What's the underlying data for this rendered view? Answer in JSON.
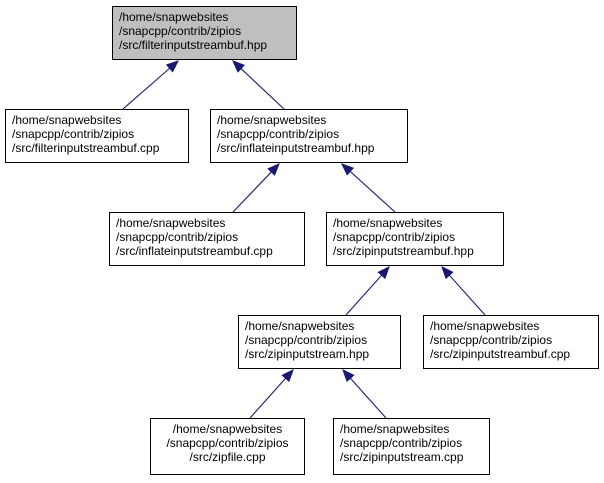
{
  "nodes": {
    "root": [
      "/home/snapwebsites",
      "/snapcpp/contrib/zipios",
      "/src/filterinputstreambuf.hpp"
    ],
    "filter_cpp": [
      "/home/snapwebsites",
      "/snapcpp/contrib/zipios",
      "/src/filterinputstreambuf.cpp"
    ],
    "inflate_hpp": [
      "/home/snapwebsites",
      "/snapcpp/contrib/zipios",
      "/src/inflateinputstreambuf.hpp"
    ],
    "inflate_cpp": [
      "/home/snapwebsites",
      "/snapcpp/contrib/zipios",
      "/src/inflateinputstreambuf.cpp"
    ],
    "zipbuf_hpp": [
      "/home/snapwebsites",
      "/snapcpp/contrib/zipios",
      "/src/zipinputstreambuf.hpp"
    ],
    "zipstream_hpp": [
      "/home/snapwebsites",
      "/snapcpp/contrib/zipios",
      "/src/zipinputstream.hpp"
    ],
    "zipbuf_cpp": [
      "/home/snapwebsites",
      "/snapcpp/contrib/zipios",
      "/src/zipinputstreambuf.cpp"
    ],
    "zipfile_cpp": [
      "/home/snapwebsites",
      "/snapcpp/contrib/zipios",
      "/src/zipfile.cpp"
    ],
    "zipstream_cpp": [
      "/home/snapwebsites",
      "/snapcpp/contrib/zipios",
      "/src/zipinputstream.cpp"
    ]
  },
  "edges": [
    {
      "from": "filter_cpp",
      "to": "root"
    },
    {
      "from": "inflate_hpp",
      "to": "root"
    },
    {
      "from": "inflate_cpp",
      "to": "inflate_hpp"
    },
    {
      "from": "zipbuf_hpp",
      "to": "inflate_hpp"
    },
    {
      "from": "zipstream_hpp",
      "to": "zipbuf_hpp"
    },
    {
      "from": "zipbuf_cpp",
      "to": "zipbuf_hpp"
    },
    {
      "from": "zipfile_cpp",
      "to": "zipstream_hpp"
    },
    {
      "from": "zipstream_cpp",
      "to": "zipstream_hpp"
    }
  ],
  "colors": {
    "edge": "#191970",
    "root_fill": "#bfbfbf",
    "node_fill": "#ffffff",
    "border": "#000000"
  }
}
